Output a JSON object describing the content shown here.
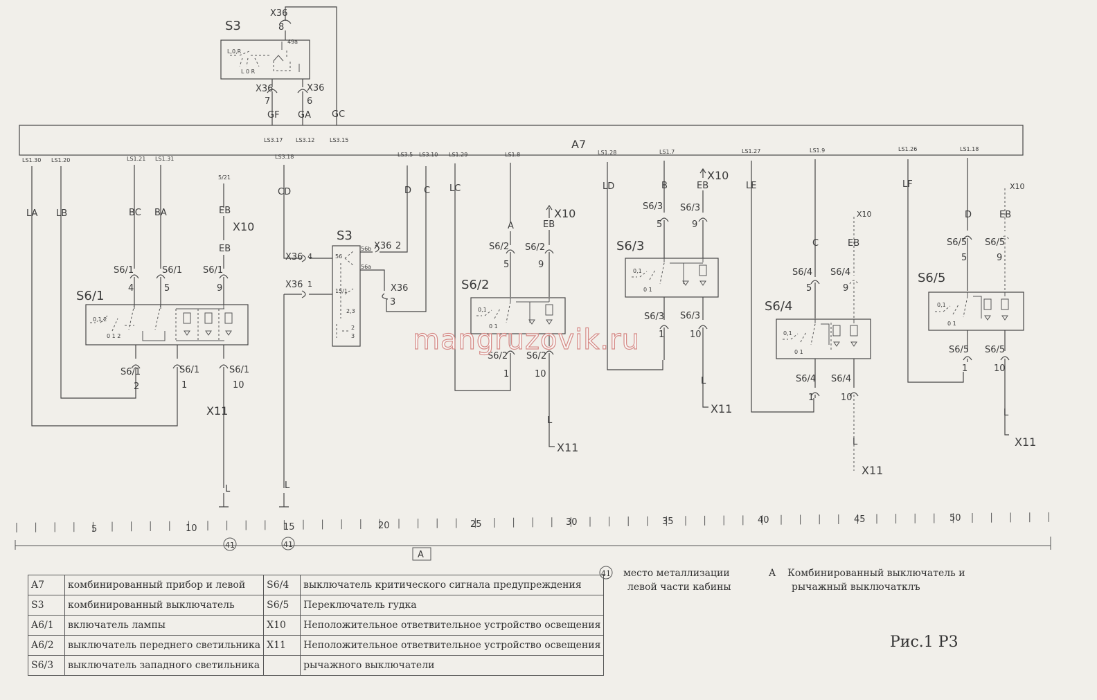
{
  "diagram": {
    "main_unit": "A7",
    "switch_s3_top": "S3",
    "switch_s3_mid": "S3",
    "connector_x36": "X36",
    "x36_pins": {
      "top_b": "8",
      "p7": "7",
      "p6": "6",
      "p4": "4",
      "p2": "2",
      "p1": "1",
      "p3": "3"
    },
    "s3_top_wires": [
      "GF",
      "GA",
      "GC"
    ],
    "s3_top_inner": {
      "pos_label": "L,0,R",
      "positions": "L 0 R",
      "pin_49a": "49a",
      "pin_l": "L",
      "pin_r": "R"
    },
    "s3_mid_pins": {
      "p56": "56",
      "p56b": "56b",
      "p56a": "56a",
      "p15_1": "15/1",
      "p2_3": "2,3",
      "p2": "2",
      "p3": "3"
    },
    "top_pins": [
      "LS3.17",
      "LS3.12",
      "LS3.15"
    ],
    "bottom_pins": [
      "LS1.30",
      "LS1.20",
      "LS1.21",
      "LS1.31",
      "LS3.18",
      "LS3.5",
      "LS3.10",
      "LS1.29",
      "LS1.8",
      "LS1.28",
      "LS1.7",
      "LS1.27",
      "LS1.9",
      "LS1.26",
      "LS1.18"
    ],
    "wires": [
      "LA",
      "LB",
      "BC",
      "BA",
      "EB",
      "CD",
      "D",
      "C",
      "LC",
      "A",
      "EB",
      "LD",
      "B",
      "EB",
      "LE",
      "C",
      "EB",
      "LF",
      "D",
      "EB"
    ],
    "wire_l": "L",
    "ref_5_21": "5/21",
    "x10": "X10",
    "x11": "X11",
    "switches": [
      "S6/1",
      "S6/2",
      "S6/3",
      "S6/4",
      "S6/5"
    ],
    "switch_inner": {
      "pos_012": "0,1,2",
      "pos_0_1_2": "0 1 2",
      "pos_01": "0,1",
      "pos_0_1": "0 1"
    },
    "switch_pins": {
      "p4": "4",
      "p5": "5",
      "p9": "9",
      "p1": "1",
      "p2": "2",
      "p10": "10"
    },
    "ruler": [
      "5",
      "10",
      "15",
      "20",
      "25",
      "30",
      "35",
      "40",
      "45",
      "50"
    ],
    "ground_marks": [
      "41",
      "41"
    ],
    "bracket_label": "A",
    "watermark": "mangruzovik.ru"
  },
  "legend": [
    {
      "code": "A7",
      "desc": "комбинированный прибор и левой",
      "code2": "S6/4",
      "desc2": "выключатель критического сигнала предупреждения"
    },
    {
      "code": "S3",
      "desc": "комбинированный выключатель",
      "code2": "S6/5",
      "desc2": "Переключатель гудка"
    },
    {
      "code": "A6/1",
      "desc": "включатель лампы",
      "code2": "X10",
      "desc2": "Неположительное ответвительное устройство освещения"
    },
    {
      "code": "A6/2",
      "desc": "выключатель переднего светильника",
      "code2": "X11",
      "desc2": "Неположительное ответвительное устройство освещения"
    },
    {
      "code": "S6/3",
      "desc": "выключатель западного светильника",
      "code2": "",
      "desc2": "рычажного выключатели"
    }
  ],
  "notes": {
    "ground_symbol": "41",
    "ground_text_1": "место металлизации",
    "ground_text_2": "левой части кабины",
    "a_letter": "A",
    "a_text_1": "Комбинированный выключатель и",
    "a_text_2": "рычажный выключатклъ"
  },
  "figure_label": "Рис.1 Р3"
}
